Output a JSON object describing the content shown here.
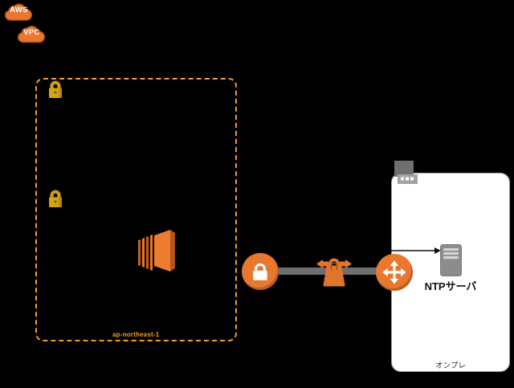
{
  "diagram": {
    "background": "#000000",
    "aws_cloud": {
      "label": "AWS"
    },
    "vpc_cloud": {
      "label": "VPC"
    },
    "vpc_boundary": {
      "az_label": "ap-northeast-1",
      "border_color": "#F59C2E"
    },
    "onprem": {
      "server_label": "NTPサーバ",
      "box_label": "オンプレ"
    },
    "icons": {
      "aws_cloud": "orange-cloud",
      "vpc_cloud": "orange-cloud",
      "subnet_lock_top": "gold-lock",
      "subnet_lock_middle": "gold-lock",
      "ec2_instance": "orange-3d-stack",
      "security_lock_circle": "white-lock-in-orange-circle",
      "vpn_connection": "orange-lock-with-side-arrows",
      "vpn_gateway_circle": "white-4way-arrows-in-orange-circle",
      "corporate_data_center": "gray-building",
      "ntp_server": "gray-server-tower",
      "arrow_to_server": "thin-right-arrow"
    },
    "colors": {
      "aws_orange": "#E8782F",
      "aws_orange_dark": "#BC5B20",
      "dashed_border": "#F59C2E",
      "gold_lock": "#D4A413",
      "connection_gray": "#6E6E6E",
      "box_border_gray": "#9E9E9E",
      "server_gray": "#8C8C8C"
    }
  }
}
